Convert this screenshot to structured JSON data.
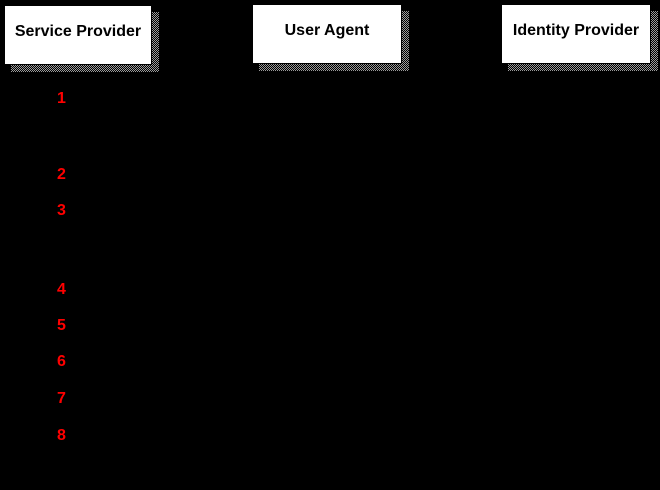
{
  "diagram": {
    "background_color": "#000000",
    "actors": [
      {
        "label": "Service Provider"
      },
      {
        "label": "User Agent"
      },
      {
        "label": "Identity Provider"
      }
    ],
    "actor_style": {
      "fill": "#FFFFFF",
      "text_color": "#000000",
      "shadow_gray": "#9B9B9B"
    },
    "steps": [
      {
        "number": "1"
      },
      {
        "number": "2"
      },
      {
        "number": "3"
      },
      {
        "number": "4"
      },
      {
        "number": "5"
      },
      {
        "number": "6"
      },
      {
        "number": "7"
      },
      {
        "number": "8"
      }
    ],
    "step_number_color": "#FF0000"
  }
}
